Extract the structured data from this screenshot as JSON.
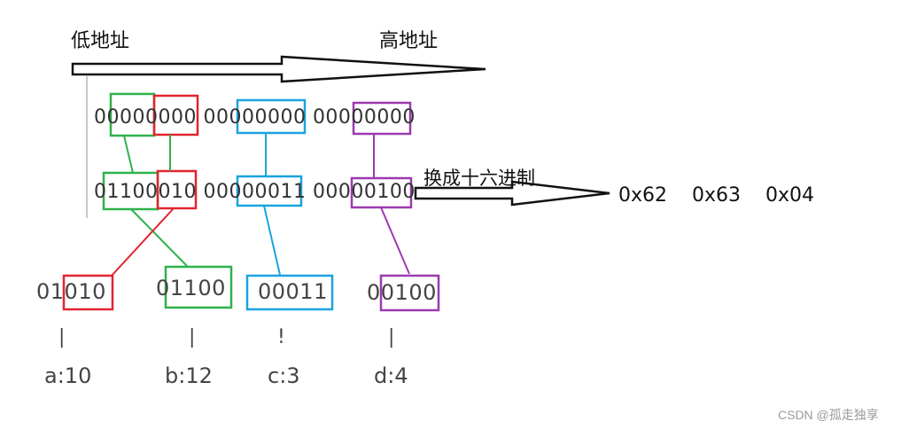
{
  "header": {
    "low_address": "低地址",
    "high_address": "高地址"
  },
  "rows": {
    "row1": [
      {
        "text": "0000"
      },
      {
        "text": "0000"
      },
      {
        "text": "000"
      },
      {
        "text": "000"
      },
      {
        "text": "00000"
      },
      {
        "text": "000"
      },
      {
        "text": "00000"
      },
      {
        "text": "0000"
      }
    ],
    "row2": [
      {
        "text": "0"
      },
      {
        "text": "1100"
      },
      {
        "text": "010"
      },
      {
        "text": "000"
      },
      {
        "text": "00011"
      },
      {
        "text": "0000"
      },
      {
        "text": "0100"
      }
    ]
  },
  "convert_label": "换成十六进制",
  "hex_values": [
    "0x62",
    "0x63",
    "0x04"
  ],
  "fields": [
    {
      "bits_prefix": "01",
      "bits": "010",
      "tick": "|",
      "var": "a:10"
    },
    {
      "bits_prefix": "0",
      "bits": "1100",
      "tick": "|",
      "var": "b:12"
    },
    {
      "bits_prefix": "",
      "bits": "00011",
      "tick": "!",
      "var": "c:3"
    },
    {
      "bits_prefix": "0",
      "bits": "0100",
      "tick": "|",
      "var": "d:4"
    }
  ],
  "colors": {
    "green": "#2fb24a",
    "red": "#e0252f",
    "blue": "#1aa3e0",
    "purple": "#9b3ab0"
  },
  "watermark": "CSDN @孤走独享"
}
